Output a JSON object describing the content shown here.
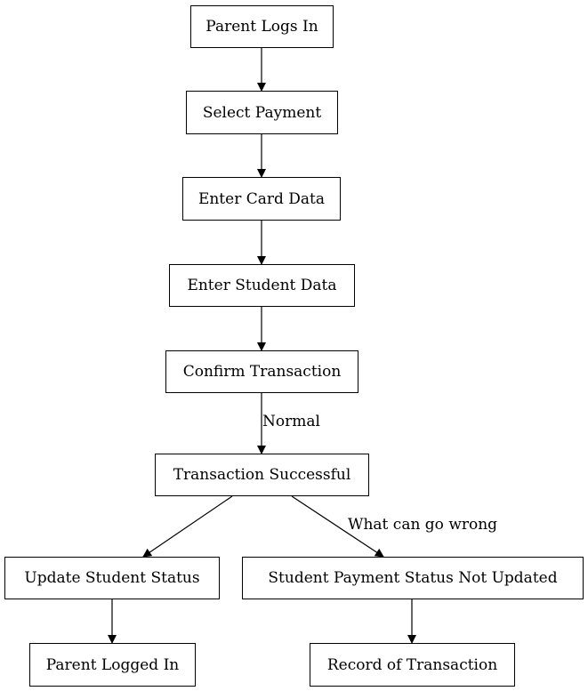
{
  "diagram": {
    "nodes": {
      "parent_logs_in": "Parent Logs In",
      "select_payment": "Select Payment",
      "enter_card_data": "Enter Card Data",
      "enter_student_data": "Enter Student Data",
      "confirm_transaction": "Confirm Transaction",
      "transaction_successful": "Transaction Successful",
      "update_student_status": "Update Student Status",
      "student_payment_status_not_updated": "Student Payment Status Not Updated",
      "parent_logged_in": "Parent Logged In",
      "record_of_transaction": "Record of Transaction"
    },
    "edge_labels": {
      "normal": "Normal",
      "what_can_go_wrong": "What can go wrong"
    },
    "edges": [
      {
        "from": "parent_logs_in",
        "to": "select_payment"
      },
      {
        "from": "select_payment",
        "to": "enter_card_data"
      },
      {
        "from": "enter_card_data",
        "to": "enter_student_data"
      },
      {
        "from": "enter_student_data",
        "to": "confirm_transaction"
      },
      {
        "from": "confirm_transaction",
        "to": "transaction_successful",
        "label": "normal"
      },
      {
        "from": "transaction_successful",
        "to": "update_student_status"
      },
      {
        "from": "transaction_successful",
        "to": "student_payment_status_not_updated",
        "label": "what_can_go_wrong"
      },
      {
        "from": "update_student_status",
        "to": "parent_logged_in"
      },
      {
        "from": "student_payment_status_not_updated",
        "to": "record_of_transaction"
      }
    ],
    "colors": {
      "stroke": "#000000",
      "background": "#ffffff",
      "text": "#000000"
    }
  }
}
